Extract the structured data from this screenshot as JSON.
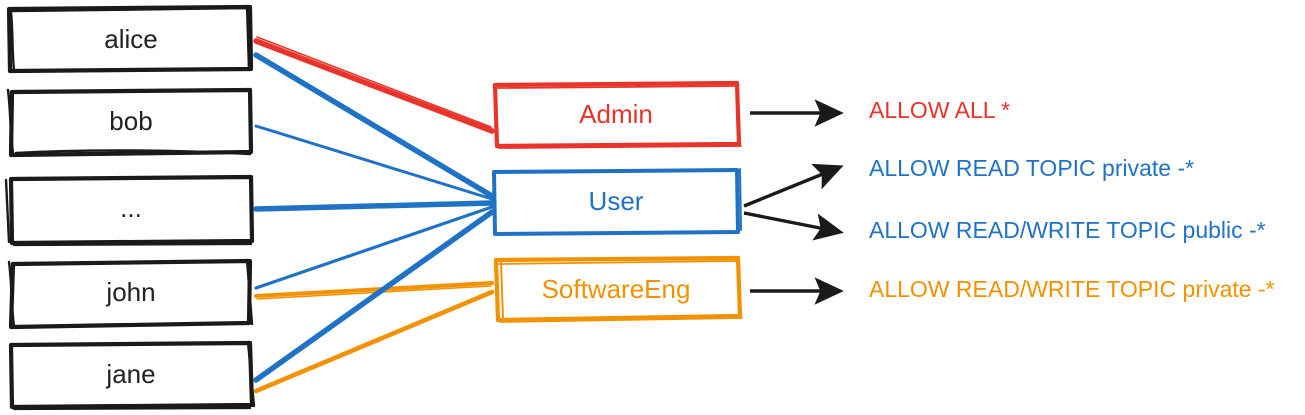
{
  "diagram": {
    "type": "rbac-role-permission-mapping",
    "colors": {
      "black": "#1a1a1a",
      "red": "#e8342a",
      "blue": "#1f72c4",
      "orange": "#f39200",
      "background": "#ffffff"
    },
    "users": [
      {
        "id": "alice",
        "label": "alice"
      },
      {
        "id": "bob",
        "label": "bob"
      },
      {
        "id": "more",
        "label": "..."
      },
      {
        "id": "john",
        "label": "john"
      },
      {
        "id": "jane",
        "label": "jane"
      }
    ],
    "roles": [
      {
        "id": "admin",
        "label": "Admin",
        "color": "#e8342a"
      },
      {
        "id": "user",
        "label": "User",
        "color": "#1f72c4"
      },
      {
        "id": "softwareeng",
        "label": "SoftwareEng",
        "color": "#f39200"
      }
    ],
    "permissions": [
      {
        "id": "p1",
        "label": "ALLOW ALL *",
        "color": "#e8342a",
        "role": "admin"
      },
      {
        "id": "p2",
        "label": "ALLOW READ TOPIC private -*",
        "color": "#1f72c4",
        "role": "user"
      },
      {
        "id": "p3",
        "label": "ALLOW READ/WRITE TOPIC public -*",
        "color": "#1f72c4",
        "role": "user"
      },
      {
        "id": "p4",
        "label": "ALLOW READ/WRITE TOPIC private -*",
        "color": "#f39200",
        "role": "softwareeng"
      }
    ],
    "user_role_links": [
      {
        "from": "alice",
        "to": "admin",
        "color": "#e8342a"
      },
      {
        "from": "alice",
        "to": "user",
        "color": "#1f72c4"
      },
      {
        "from": "bob",
        "to": "user",
        "color": "#1f72c4"
      },
      {
        "from": "more",
        "to": "user",
        "color": "#1f72c4"
      },
      {
        "from": "john",
        "to": "user",
        "color": "#1f72c4"
      },
      {
        "from": "john",
        "to": "softwareeng",
        "color": "#f39200"
      },
      {
        "from": "jane",
        "to": "user",
        "color": "#1f72c4"
      },
      {
        "from": "jane",
        "to": "softwareeng",
        "color": "#f39200"
      }
    ],
    "role_permission_arrows": [
      {
        "from": "admin",
        "to": "p1"
      },
      {
        "from": "user",
        "to": "p2"
      },
      {
        "from": "user",
        "to": "p3"
      },
      {
        "from": "softwareeng",
        "to": "p4"
      }
    ]
  }
}
